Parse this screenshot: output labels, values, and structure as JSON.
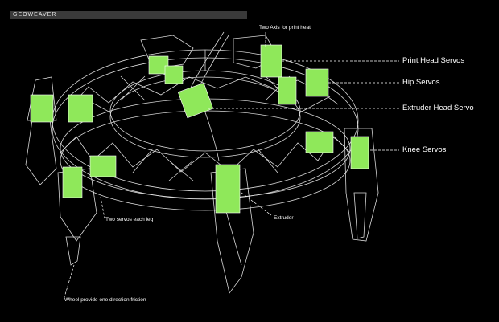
{
  "title": "GEOWEAVER",
  "colors": {
    "background": "#000000",
    "lines": "#ffffff",
    "servo_fill": "#8fe85a",
    "title_bar": "#3a3a3a"
  },
  "labels": {
    "two_axis": "Two Axis for print heat",
    "print_head_servos": "Print Head Servos",
    "hip_servos": "Hip Servos",
    "extruder_head_servo": "Extruder Head Servo",
    "knee_servos": "Knee Servos",
    "two_servos_each_leg": "Two servos each leg",
    "extruder": "Extruder",
    "wheel_friction": "Wheel provide one direction friction"
  }
}
